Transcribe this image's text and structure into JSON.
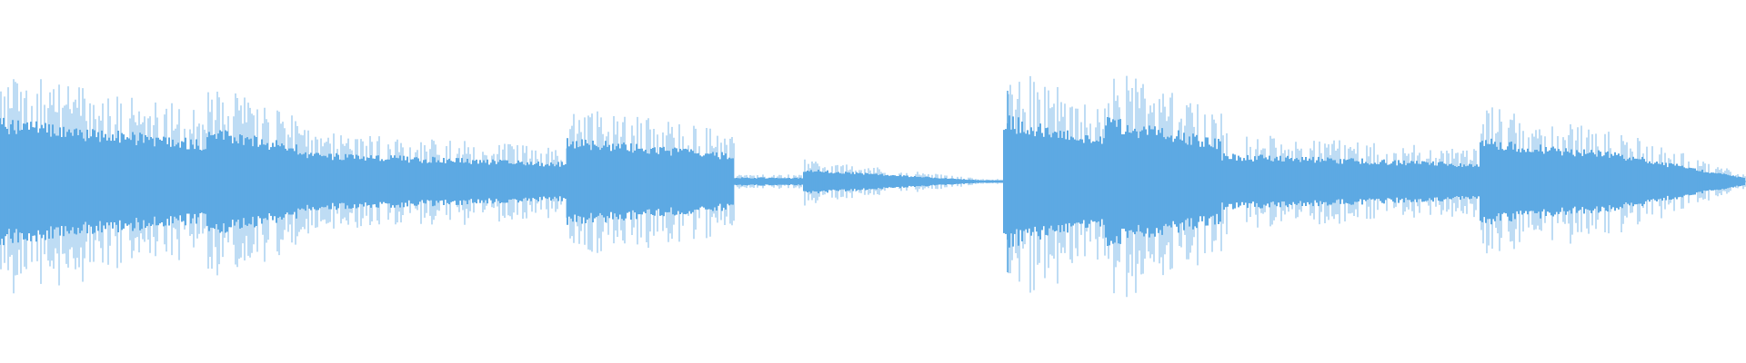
{
  "waveform": {
    "color": "#5da9e3",
    "background": "#ffffff",
    "segments_left_amplitude": [
      {
        "label": "",
        "start": 0.0,
        "end": 0.118,
        "level": 0.9
      },
      {
        "label": "",
        "start": 0.118,
        "end": 0.17,
        "level": 0.8
      },
      {
        "label": "",
        "start": 0.17,
        "end": 0.325,
        "level": 0.42
      },
      {
        "label": "",
        "start": 0.325,
        "end": 0.42,
        "level": 0.62
      },
      {
        "label": "",
        "start": 0.42,
        "end": 0.575,
        "level": 0.06
      }
    ],
    "segments_right_amplitude": [
      {
        "label": "",
        "start": 0.575,
        "end": 0.633,
        "level": 0.95
      },
      {
        "label": "",
        "start": 0.633,
        "end": 0.7,
        "level": 0.92
      },
      {
        "label": "",
        "start": 0.7,
        "end": 0.847,
        "level": 0.4
      },
      {
        "label": "",
        "start": 0.847,
        "end": 0.93,
        "level": 0.62
      },
      {
        "label": "",
        "start": 0.93,
        "end": 1.0,
        "level": 0.06
      }
    ]
  }
}
